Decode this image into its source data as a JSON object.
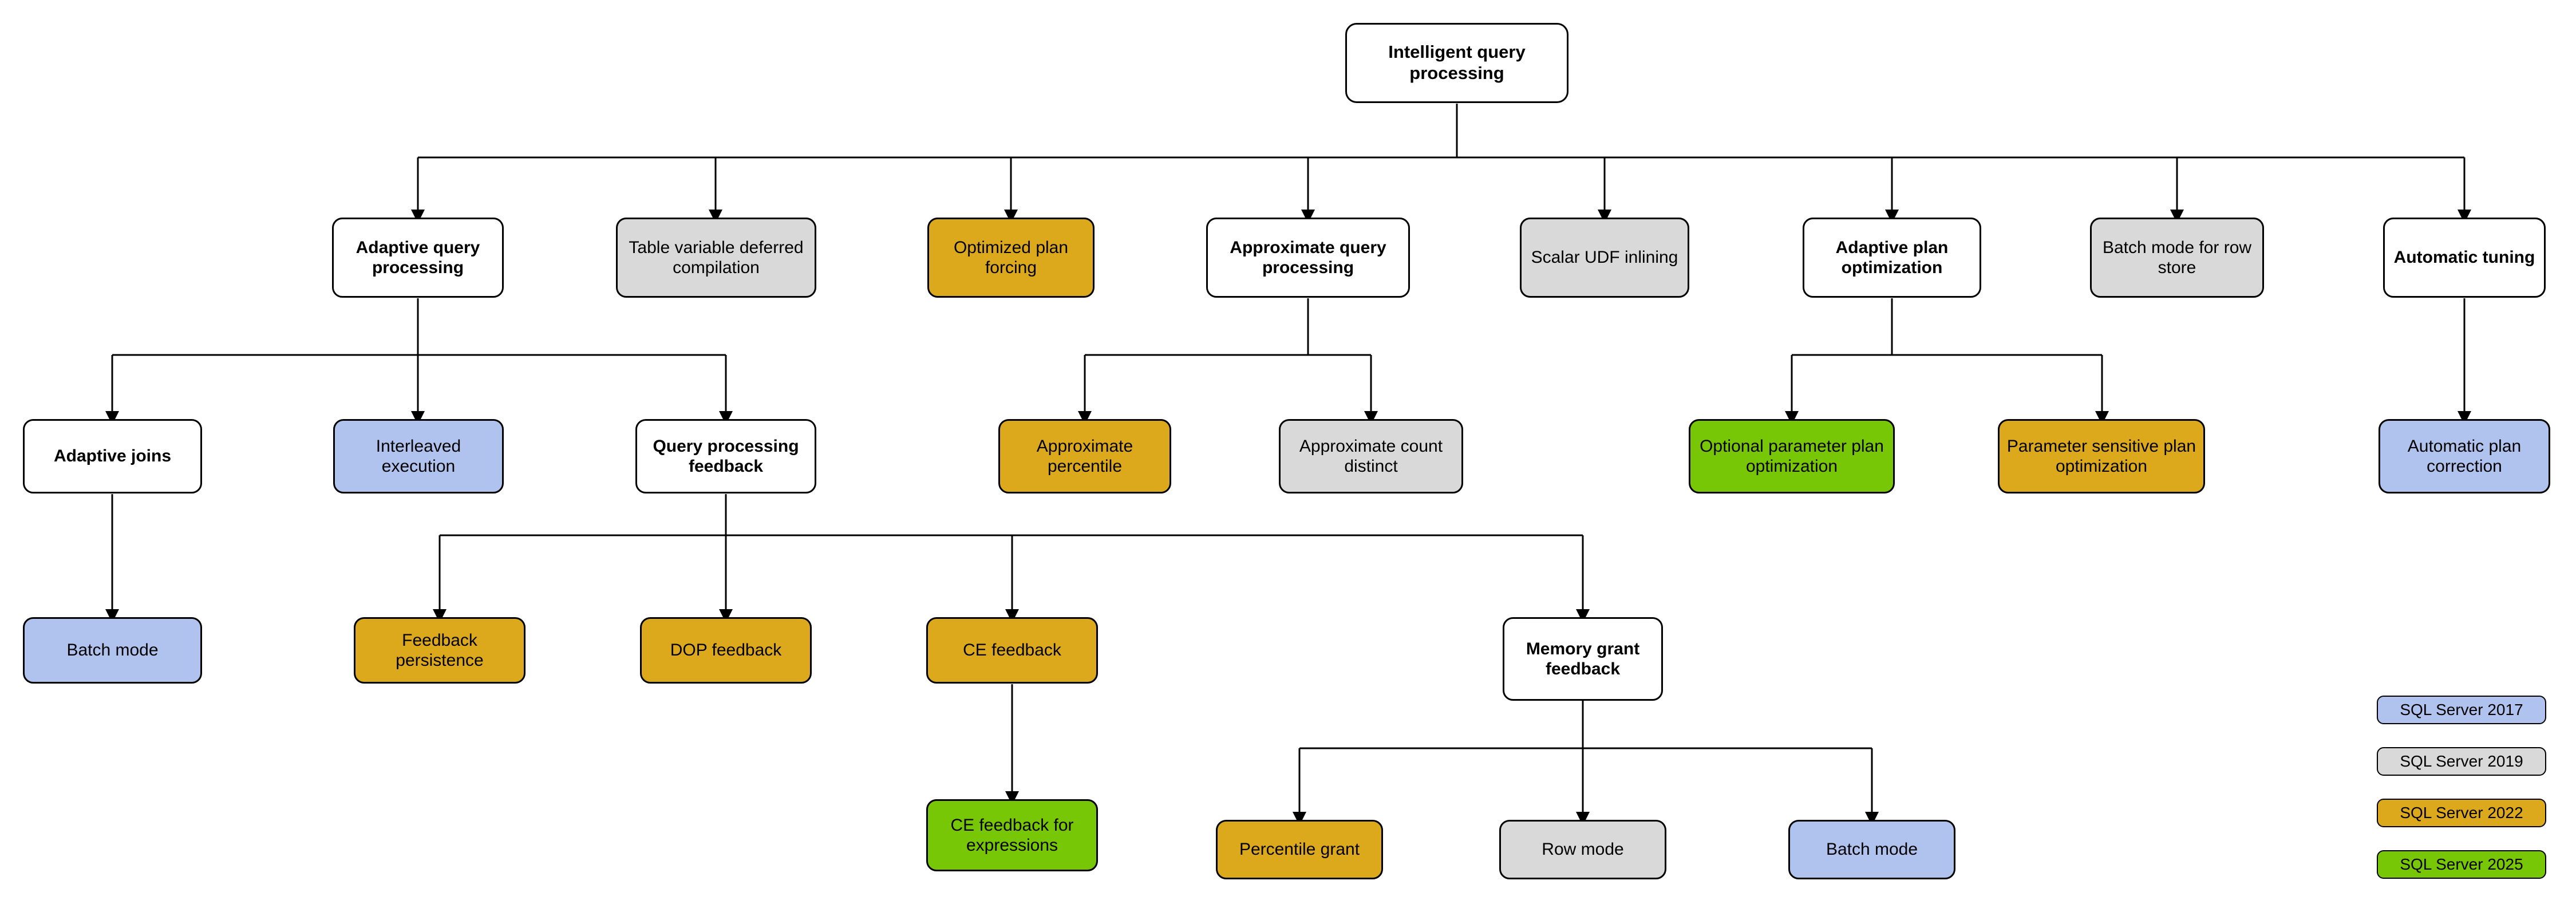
{
  "diagram": {
    "title": "Intelligent query processing",
    "root": {
      "label": "Intelligent query processing"
    },
    "nodes": [
      {
        "id": "root",
        "label": "Intelligent query processing",
        "style": "white"
      },
      {
        "id": "aqp",
        "label": "Adaptive query processing",
        "style": "white"
      },
      {
        "id": "tvdc",
        "label": "Table variable deferred compilation",
        "style": "gray"
      },
      {
        "id": "opf",
        "label": "Optimized plan forcing",
        "style": "orange"
      },
      {
        "id": "apqp",
        "label": "Approximate query processing",
        "style": "white"
      },
      {
        "id": "sudf",
        "label": "Scalar UDF inlining",
        "style": "gray"
      },
      {
        "id": "apo",
        "label": "Adaptive plan optimization",
        "style": "white"
      },
      {
        "id": "bmrs",
        "label": "Batch mode for row store",
        "style": "gray"
      },
      {
        "id": "at",
        "label": "Automatic tuning",
        "style": "white"
      },
      {
        "id": "aj",
        "label": "Adaptive joins",
        "style": "white"
      },
      {
        "id": "ie",
        "label": "Interleaved execution",
        "style": "blue"
      },
      {
        "id": "qpf",
        "label": "Query processing feedback",
        "style": "white"
      },
      {
        "id": "appct",
        "label": "Approximate percentile",
        "style": "orange"
      },
      {
        "id": "acd",
        "label": "Approximate count distinct",
        "style": "gray"
      },
      {
        "id": "oppo",
        "label": "Optional parameter plan optimization",
        "style": "green"
      },
      {
        "id": "pspo",
        "label": "Parameter sensitive plan optimization",
        "style": "orange"
      },
      {
        "id": "apc",
        "label": "Automatic plan correction",
        "style": "blue"
      },
      {
        "id": "ajbm",
        "label": "Batch mode",
        "style": "blue"
      },
      {
        "id": "fp",
        "label": "Feedback persistence",
        "style": "orange"
      },
      {
        "id": "dopf",
        "label": "DOP feedback",
        "style": "orange"
      },
      {
        "id": "cef",
        "label": "CE feedback",
        "style": "orange"
      },
      {
        "id": "mgf",
        "label": "Memory grant feedback",
        "style": "white"
      },
      {
        "id": "cefe",
        "label": "CE feedback for expressions",
        "style": "green"
      },
      {
        "id": "pg",
        "label": "Percentile grant",
        "style": "orange"
      },
      {
        "id": "rm",
        "label": "Row mode",
        "style": "gray"
      },
      {
        "id": "bm2",
        "label": "Batch mode",
        "style": "blue"
      }
    ],
    "legend": {
      "items": [
        {
          "label": "SQL Server 2017",
          "style": "blue"
        },
        {
          "label": "SQL Server 2019",
          "style": "gray"
        },
        {
          "label": "SQL Server 2022",
          "style": "orange"
        },
        {
          "label": "SQL Server 2025",
          "style": "green"
        }
      ]
    },
    "colors": {
      "white": "#ffffff",
      "gray": "#d9d9d9",
      "orange": "#dda91c",
      "blue": "#b0c3ef",
      "green": "#77c706",
      "stroke": "#000000"
    }
  }
}
